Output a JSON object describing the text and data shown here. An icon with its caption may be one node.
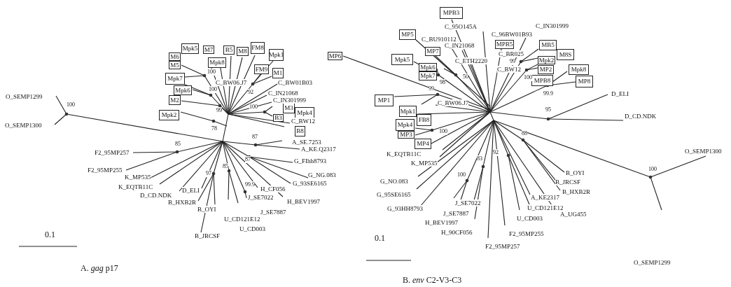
{
  "diagram": {
    "nodes": [
      {
        "text": [
          "M6"
        ]
      },
      {
        "text": [
          "Mpk5"
        ]
      },
      {
        "text": [
          "M7"
        ]
      },
      {
        "text": [
          "B5"
        ]
      },
      {
        "text": [
          "M8"
        ]
      },
      {
        "text": [
          "FM8"
        ]
      },
      {
        "text": [
          "Mpk1"
        ]
      },
      {
        "text": [
          "M5"
        ]
      },
      {
        "text": [
          "Mpk8"
        ]
      },
      {
        "text": [
          "FM9"
        ]
      },
      {
        "text": [
          "M1"
        ]
      },
      {
        "text": [
          "Mpk7"
        ]
      },
      {
        "text": [
          "Mpk6"
        ]
      },
      {
        "text": [
          "M2"
        ]
      },
      {
        "text": [
          "M3"
        ]
      },
      {
        "text": [
          "Mpk4"
        ]
      },
      {
        "text": [
          "Mpk2"
        ]
      },
      {
        "text": [
          "B3"
        ]
      },
      {
        "text": [
          "B8"
        ]
      },
      {
        "text": [
          "MPB3"
        ]
      },
      {
        "text": [
          "MP5"
        ]
      },
      {
        "text": [
          "MB5"
        ]
      },
      {
        "text": [
          "MPB5"
        ]
      },
      {
        "text": [
          "MP7"
        ]
      },
      {
        "text": [
          "M8S"
        ]
      },
      {
        "text": [
          "Mpk6"
        ]
      },
      {
        "text": [
          "Mpk5"
        ]
      },
      {
        "text": [
          "Mpk2"
        ]
      },
      {
        "text": [
          "MP6"
        ]
      },
      {
        "text": [
          "MP2"
        ]
      },
      {
        "text": [
          "Mpk8"
        ]
      },
      {
        "text": [
          "Mpk7"
        ]
      },
      {
        "text": [
          "MPB8"
        ]
      },
      {
        "text": [
          "MP8"
        ]
      },
      {
        "text": [
          "MP1"
        ]
      },
      {
        "text": [
          "Mpk1"
        ]
      },
      {
        "text": [
          "FB8"
        ]
      },
      {
        "text": [
          "Mpk4"
        ]
      },
      {
        "text": [
          "MP3"
        ]
      },
      {
        "text": [
          "MP4"
        ]
      }
    ],
    "labels": [
      "O_SEMP1299",
      "100",
      "O_SEMP1300",
      "100",
      "C_BW06.J7",
      "C_BW01B03",
      "100",
      "92",
      "C_IN21068",
      "C_IN301999",
      "100",
      "99",
      "C_BW12",
      "78",
      "A_SE.7253",
      "87",
      "85",
      "A_KE.Q2317",
      "F2_95MP257",
      "87",
      "G_FIhh8793",
      "85",
      "F2_95MP255",
      "97",
      "G_NG.083",
      "K_MP535",
      "G_93SE6165",
      "99.9",
      "K_EQTB11C",
      "D_ELI",
      "H_CF056",
      "D_CD.NDK",
      "J_SE7022",
      "B_HXB2R",
      "H_BEV1997",
      "B_OYI",
      "J_SE7887",
      "U_CD121E12",
      "U_CD003",
      "B_JRCSF",
      "0.1",
      "A. *gag* p17",
      "C_IN301999",
      "C_95O145A",
      "C_96BW01B93",
      "C_BU910112",
      "C_IN21068",
      "C_BR025",
      "C_ETH2220",
      "99",
      "C_BW12",
      "50",
      "100",
      "98",
      "99",
      "99.9",
      "D_ELI",
      "C_BW06.J7",
      "95",
      "D_CD.NDK",
      "100",
      "88",
      "O_SEMP1300",
      "92",
      "K_EQTB11C",
      "83",
      "K_MP535",
      "100",
      "B_OYI",
      "100",
      "G_NO.083",
      "B_JRCSF",
      "B_HXB2R",
      "G_95SE6165",
      "A_KE2317",
      "J_SE7022",
      "U_CD121E12",
      "G_93HH8793",
      "J_SE7887",
      "A_UG455",
      "U_CD003",
      "H_BEV1997",
      "H_90CF056",
      "F2_95MP255",
      "0.1",
      "F2_95MP257",
      "O_SEMP1299",
      "B. *env* C2-V3-C3"
    ]
  }
}
